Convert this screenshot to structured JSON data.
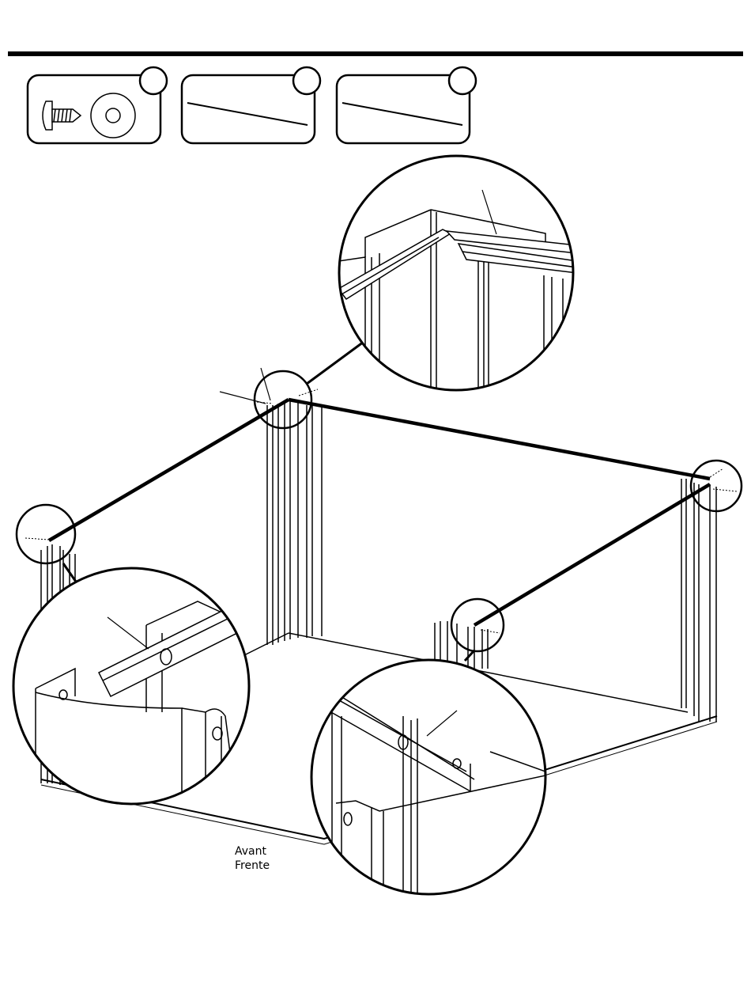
{
  "page": {
    "label_front_fr": "Avant",
    "label_front_es": "Frente"
  },
  "parts": [
    {
      "kind": "screw-and-washer",
      "ref": ""
    },
    {
      "kind": "rail",
      "ref": ""
    },
    {
      "kind": "rail",
      "ref": ""
    }
  ],
  "colors": {
    "ink": "#000000",
    "paper": "#ffffff"
  }
}
